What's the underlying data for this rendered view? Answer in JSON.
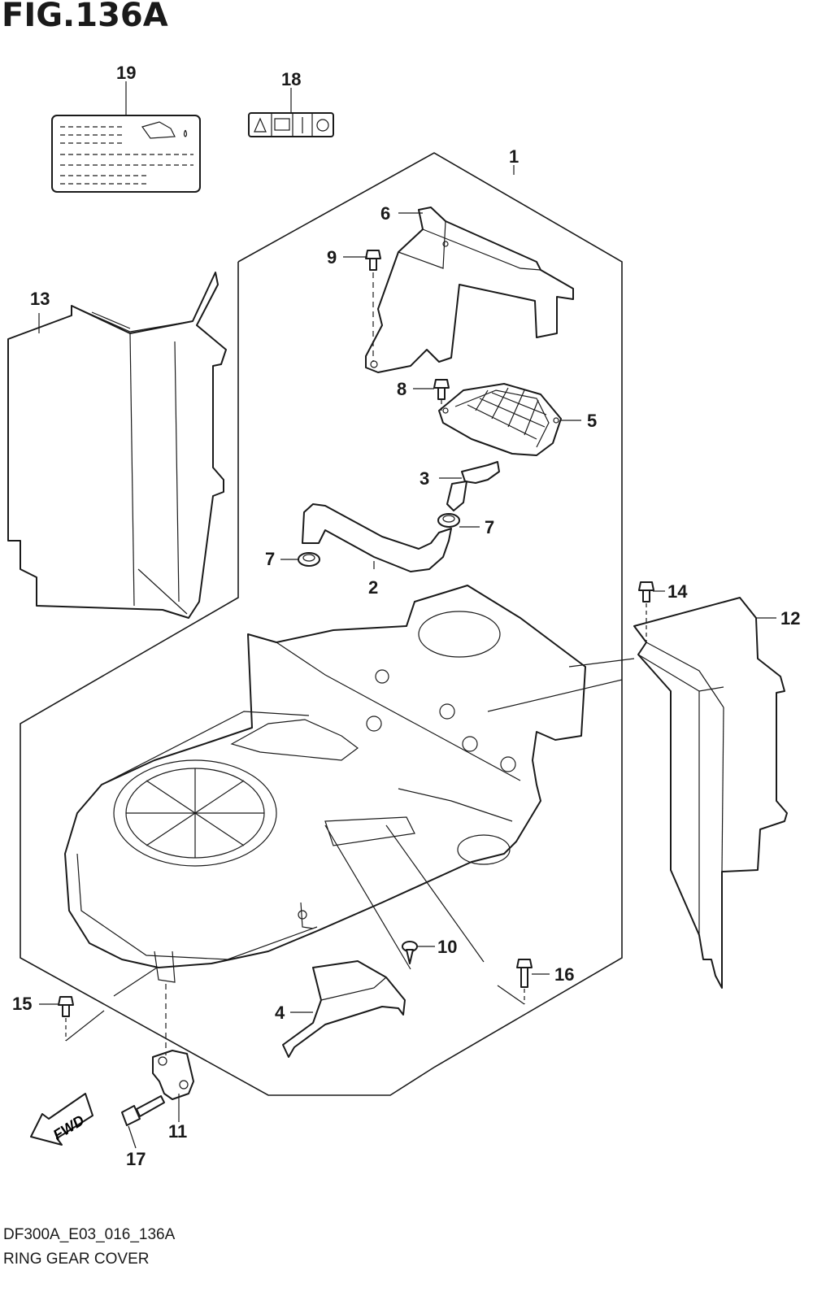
{
  "figure": {
    "title": "FIG.136A"
  },
  "footer": {
    "code": "DF300A_E03_016_136A",
    "caption": "RING GEAR COVER"
  },
  "fwd_label": "FWD",
  "callouts": {
    "c1": "1",
    "c2": "2",
    "c3": "3",
    "c4": "4",
    "c5": "5",
    "c6": "6",
    "c7a": "7",
    "c7b": "7",
    "c8": "8",
    "c9": "9",
    "c10": "10",
    "c11": "11",
    "c12": "12",
    "c13": "13",
    "c14": "14",
    "c15": "15",
    "c16": "16",
    "c17": "17",
    "c18": "18",
    "c19": "19"
  }
}
